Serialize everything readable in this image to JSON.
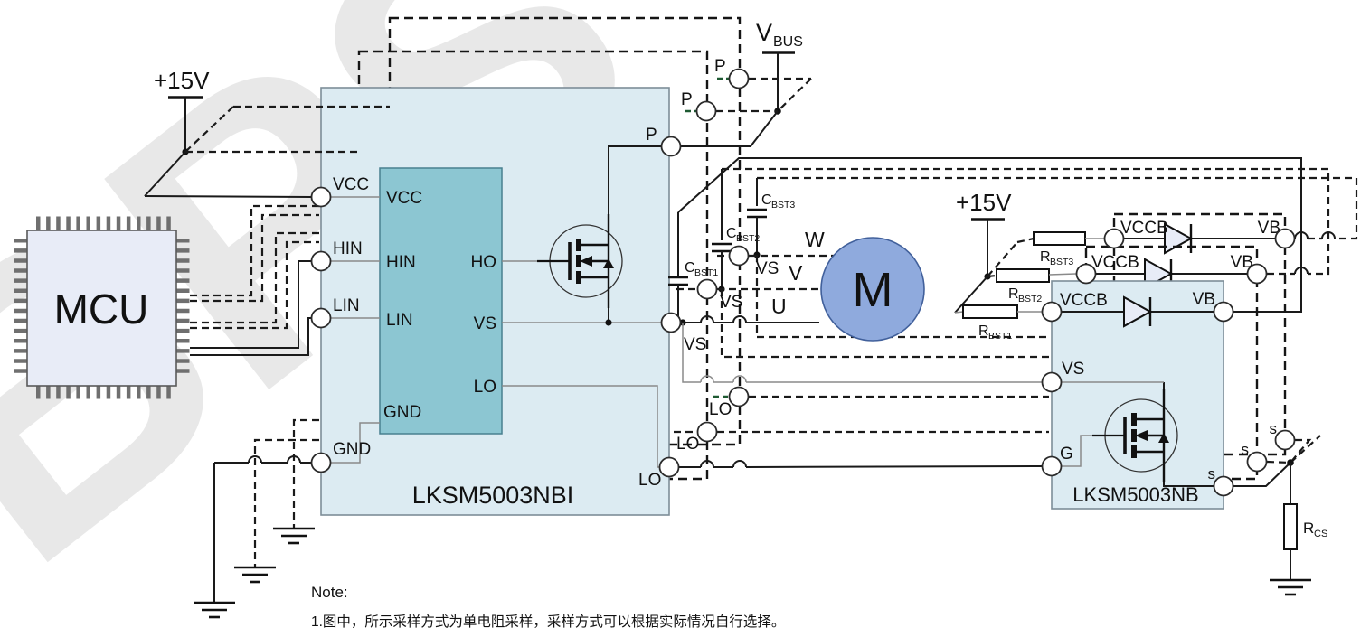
{
  "watermark": "BPS",
  "colors": {
    "module_fill": "#dcebf2",
    "chip_fill": "#8cc6d2",
    "mcu_fill": "#e8ecf7",
    "motor_fill": "#8faadd",
    "green_dash": "#1e5a32"
  },
  "mcu": {
    "label": "MCU"
  },
  "motor": {
    "label": "M"
  },
  "power": {
    "p15_left": "+15V",
    "p15_right": "+15V",
    "vbus_base": "V",
    "vbus_sub": "BUS"
  },
  "phases": {
    "u": "U",
    "v": "V",
    "w": "W"
  },
  "left_module": {
    "title": "LKSM5003NBI",
    "pins": {
      "vcc": "VCC",
      "hin": "HIN",
      "lin": "LIN",
      "gnd": "GND",
      "p1": "P",
      "p2": "P",
      "p3": "P",
      "vs1": "VS",
      "vs2": "VS",
      "vs3": "VS",
      "lo1": "LO",
      "lo2": "LO",
      "lo3": "LO"
    },
    "chip": {
      "vcc": "VCC",
      "hin": "HIN",
      "lin": "LIN",
      "gnd": "GND",
      "ho": "HO",
      "vs": "VS",
      "lo": "LO"
    }
  },
  "right_module": {
    "title": "LKSM5003NB",
    "pins": {
      "vccb1": "VCCB",
      "vccb2": "VCCB",
      "vccb3": "VCCB",
      "vb1": "VB",
      "vb2": "VB",
      "vb3": "VB",
      "vs": "VS",
      "g": "G",
      "s1": "s",
      "s2": "s",
      "s3": "s"
    }
  },
  "components": {
    "cbst1_base": "C",
    "cbst1_sub": "BST1",
    "cbst2_base": "C",
    "cbst2_sub": "BST2",
    "cbst3_base": "C",
    "cbst3_sub": "BST3",
    "rbst1_base": "R",
    "rbst1_sub": "BST1",
    "rbst2_base": "R",
    "rbst2_sub": "BST2",
    "rbst3_base": "R",
    "rbst3_sub": "BST3",
    "rcs_base": "R",
    "rcs_sub": "CS"
  },
  "note": {
    "title": "Note:",
    "item1": "1.图中，所示采样方式为单电阻采样，采样方式可以根据实际情况自行选择。"
  }
}
